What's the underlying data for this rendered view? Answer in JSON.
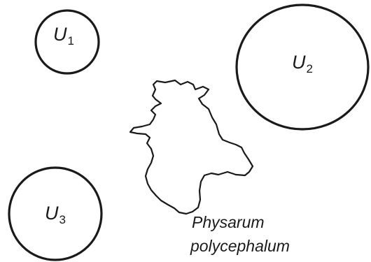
{
  "diagram": {
    "regions": [
      {
        "id": "u1",
        "letter": "U",
        "index": "1"
      },
      {
        "id": "u2",
        "letter": "U",
        "index": "2"
      },
      {
        "id": "u3",
        "letter": "U",
        "index": "3"
      }
    ],
    "organism": {
      "line1": "Physarum",
      "line2": "polycephalum"
    }
  }
}
